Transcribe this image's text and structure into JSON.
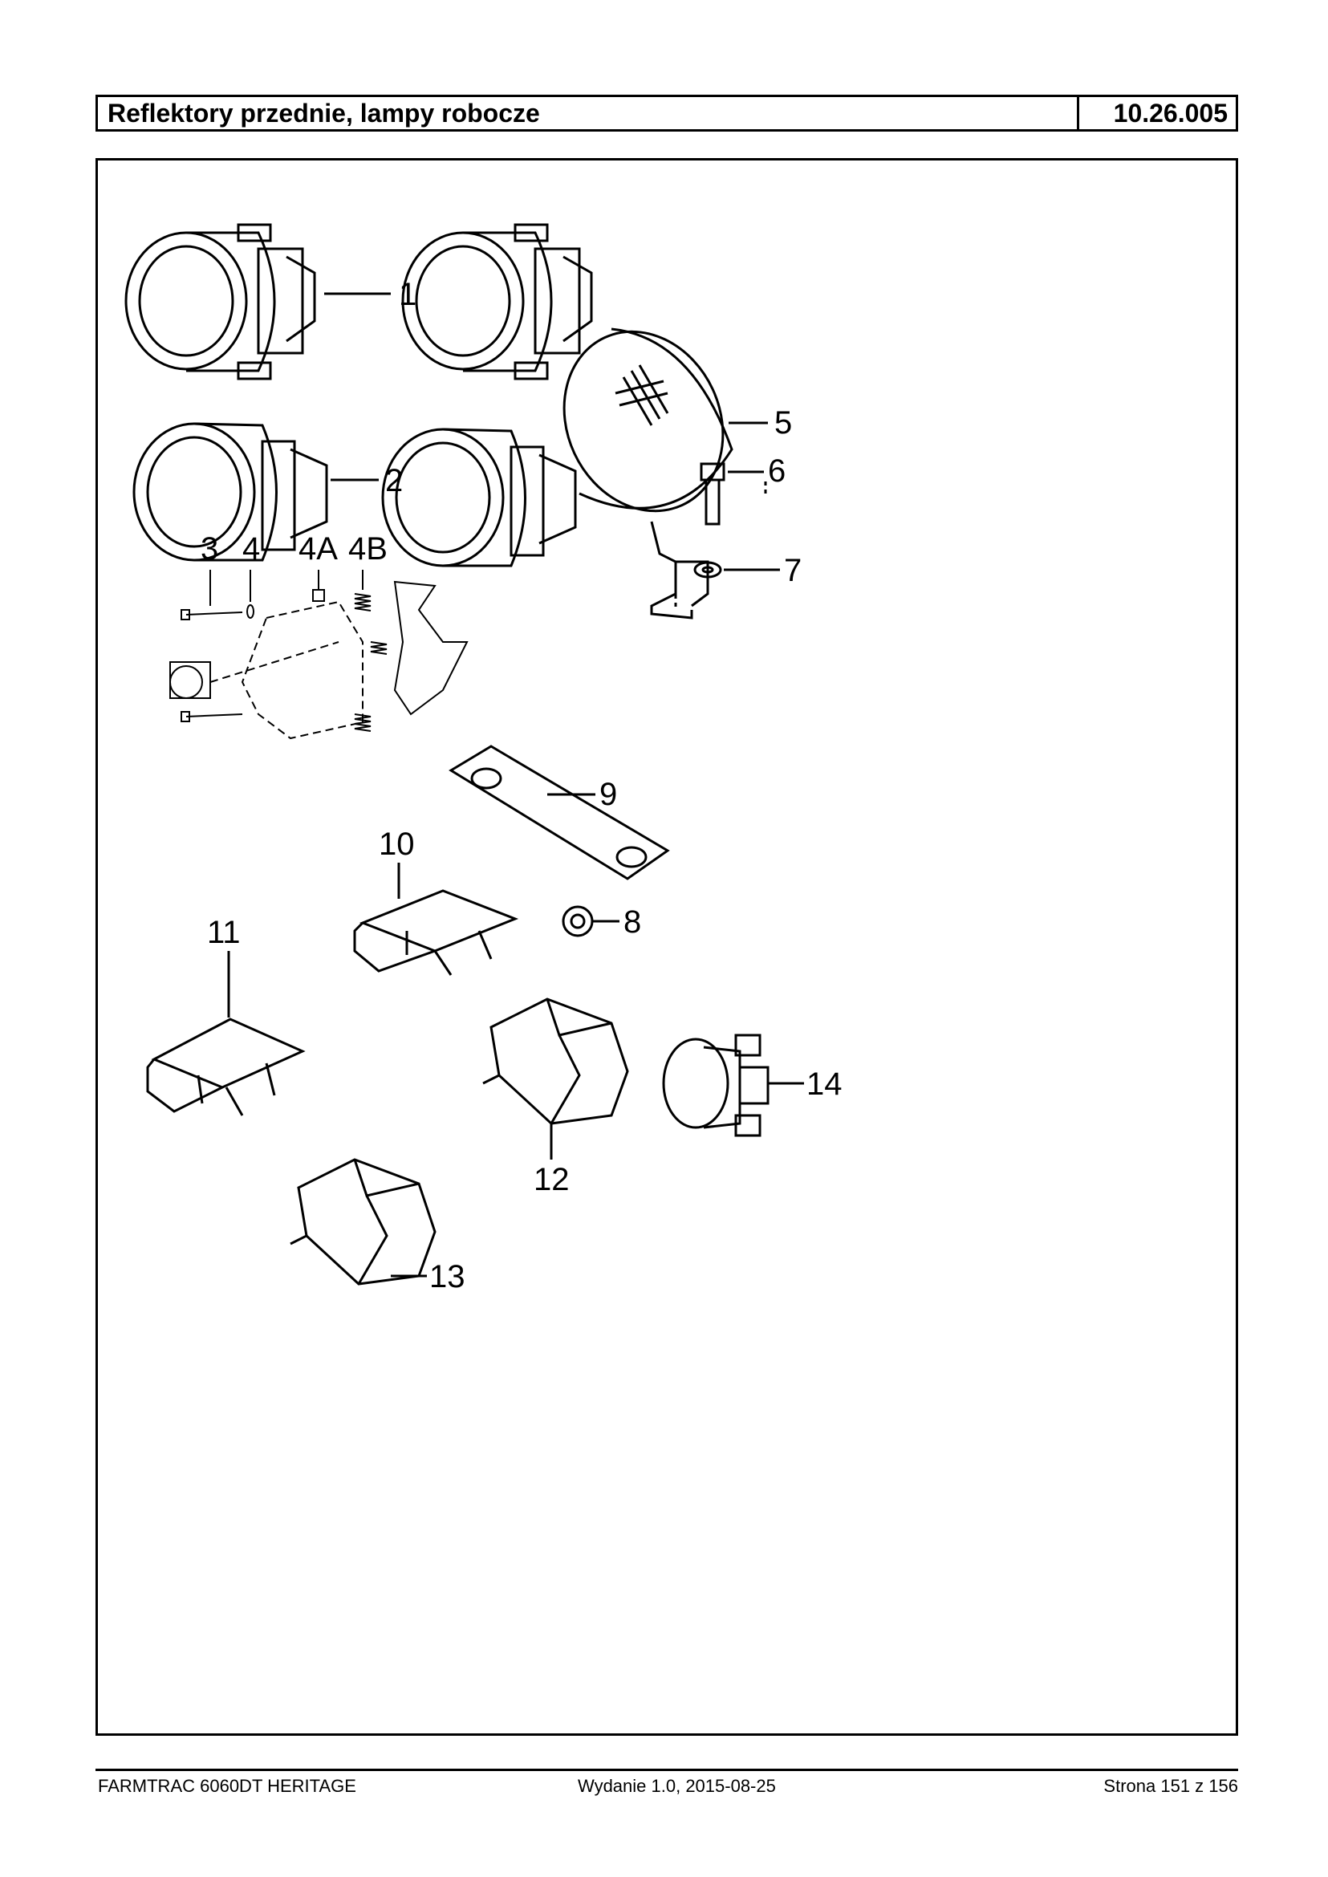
{
  "header": {
    "title": "Reflektory przednie, lampy robocze",
    "code": "10.26.005"
  },
  "diagram": {
    "callouts": [
      "1",
      "2",
      "3",
      "4",
      "4A",
      "4B",
      "5",
      "6",
      "7",
      "8",
      "9",
      "10",
      "11",
      "12",
      "13",
      "14"
    ]
  },
  "footer": {
    "model": "FARMTRAC 6060DT HERITAGE",
    "edition": "Wydanie 1.0,  2015-08-25",
    "page": "Strona 151 z 156"
  }
}
